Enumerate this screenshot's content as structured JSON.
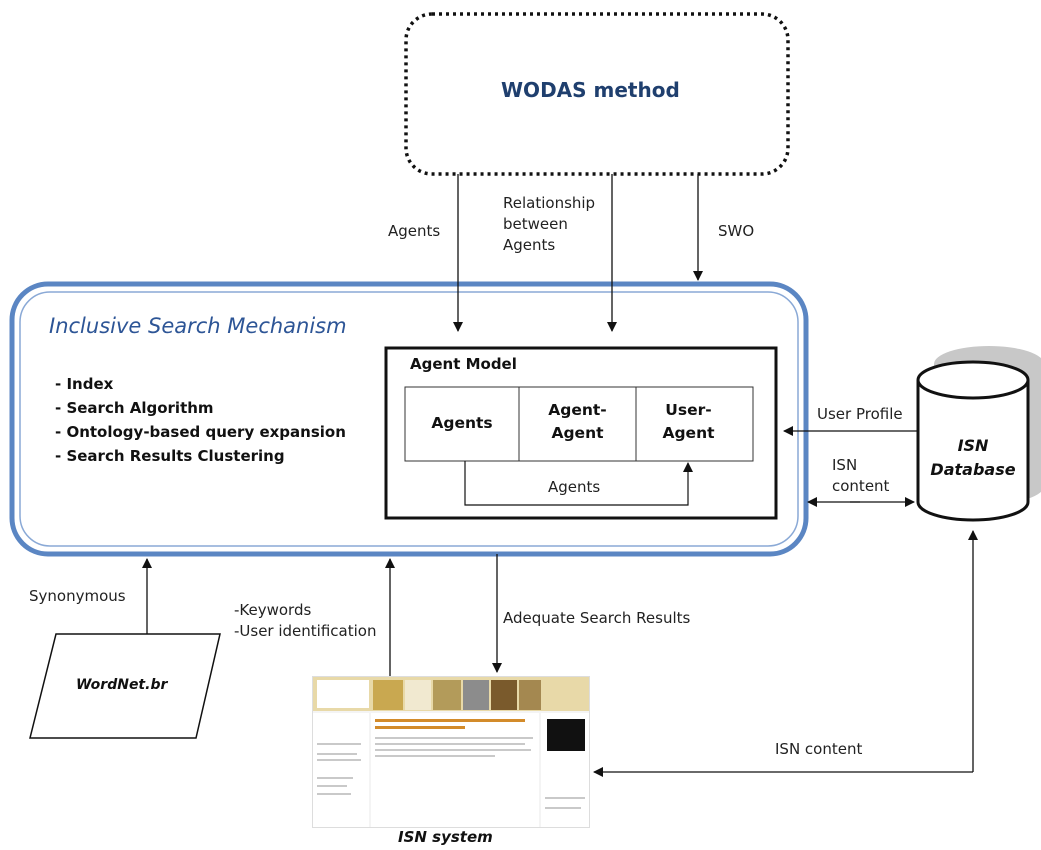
{
  "wodas": {
    "title": "WODAS method"
  },
  "edges_top": {
    "agents": "Agents",
    "relationship": [
      "Relationship",
      "between",
      "Agents"
    ],
    "swo": "SWO"
  },
  "ism": {
    "title": "Inclusive Search Mechanism",
    "items": [
      "- Index",
      "- Search Algorithm",
      "- Ontology-based query expansion",
      "- Search Results Clustering"
    ]
  },
  "agent_model": {
    "title": "Agent Model",
    "cells": [
      {
        "lines": [
          "Agents"
        ]
      },
      {
        "lines": [
          "Agent-",
          "Agent"
        ]
      },
      {
        "lines": [
          "User-",
          "Agent"
        ]
      }
    ],
    "loop_label": "Agents"
  },
  "db": {
    "lines": [
      "ISN",
      "Database"
    ]
  },
  "edges_db": {
    "user_profile": "User Profile",
    "isn_content_top": [
      "ISN",
      "content"
    ],
    "isn_content_bottom": "ISN content"
  },
  "wordnet": {
    "label": "WordNet.br",
    "edge": "Synonymous"
  },
  "edges_bottom": {
    "keywords": [
      "-Keywords",
      "-User identification"
    ],
    "results": "Adequate Search Results"
  },
  "isn_system": {
    "label": "ISN system"
  },
  "colors": {
    "ism_border": "#5b86c3",
    "ism_title": "#2d5596",
    "wodas_title": "#1f3f6e",
    "db_shadow": "#c8c8c8"
  }
}
